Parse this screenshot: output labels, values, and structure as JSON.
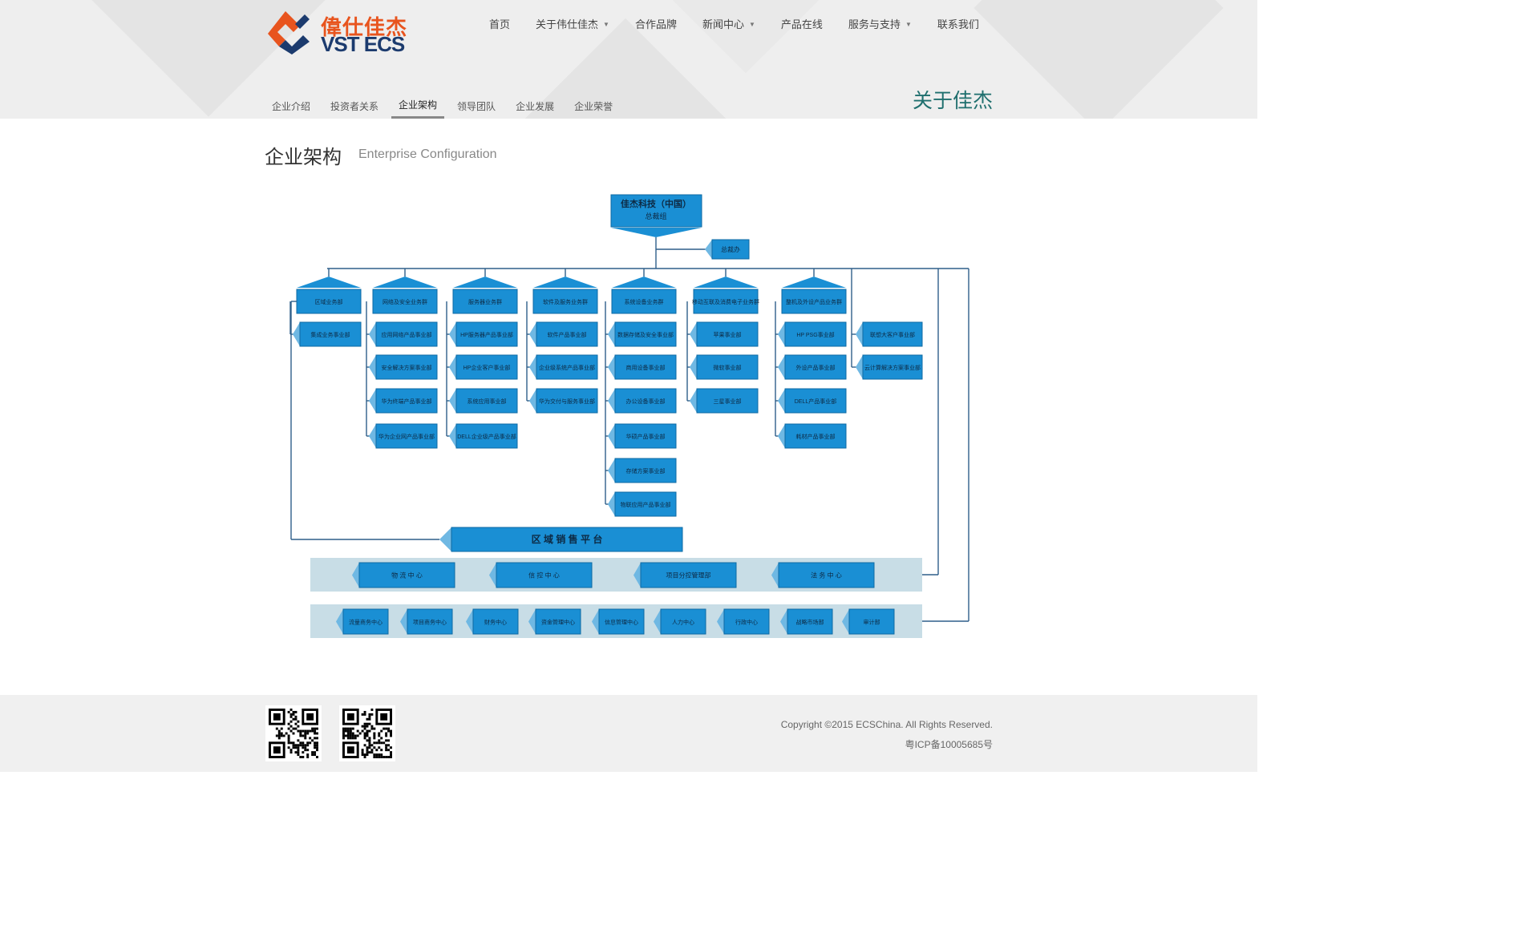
{
  "brand": {
    "name_cn": "偉仕佳杰",
    "name_en": "VST ECS",
    "colors": {
      "orange": "#e8541e",
      "navy": "#1c3b6e",
      "teal_title": "#1f6f6e",
      "box_blue": "#1a8fd4",
      "band": "#c8dde6",
      "line": "#2f5f8a"
    }
  },
  "main_nav": [
    {
      "label": "首页",
      "dropdown": false
    },
    {
      "label": "关于伟仕佳杰",
      "dropdown": true
    },
    {
      "label": "合作品牌",
      "dropdown": false
    },
    {
      "label": "新闻中心",
      "dropdown": true
    },
    {
      "label": "产品在线",
      "dropdown": false
    },
    {
      "label": "服务与支持",
      "dropdown": true
    },
    {
      "label": "联系我们",
      "dropdown": false
    }
  ],
  "sub_nav": [
    {
      "label": "企业介绍",
      "active": false
    },
    {
      "label": "投资者关系",
      "active": false
    },
    {
      "label": "企业架构",
      "active": true
    },
    {
      "label": "领导团队",
      "active": false
    },
    {
      "label": "企业发展",
      "active": false
    },
    {
      "label": "企业荣誉",
      "active": false
    }
  ],
  "section_title": "关于佳杰",
  "page": {
    "heading_cn": "企业架构",
    "heading_en": "Enterprise Configuration"
  },
  "org": {
    "top_line1": "佳杰科技（中国）",
    "top_line2": "总裁组",
    "office": "总裁办",
    "groups": [
      {
        "name": "区域业务部",
        "items": [
          "集成业务事业部"
        ]
      },
      {
        "name": "网络及安全业务群",
        "items": [
          "应用网络产品事业部",
          "安全解决方案事业部",
          "华为终端产品事业部",
          "华为企业网产品事业部"
        ]
      },
      {
        "name": "服务器业务群",
        "items": [
          "HP服务器产品事业部",
          "HP企业客户事业部",
          "系统应用事业部",
          "DELL企业级产品事业部"
        ]
      },
      {
        "name": "软件及服务业务群",
        "items": [
          "软件产品事业部",
          "企业级系统产品事业部",
          "华为交付与服务事业部"
        ]
      },
      {
        "name": "系统设备业务群",
        "items": [
          "数据存储及安全事业部",
          "商用设备事业部",
          "办公设备事业部",
          "华硕产品事业部",
          "存储方案事业部",
          "物联应用产品事业部"
        ]
      },
      {
        "name": "移动互联及消费电子业务群",
        "items": [
          "苹果事业部",
          "微软事业部",
          "三星事业部"
        ]
      },
      {
        "name": "整机及外设产品业务群",
        "items": [
          "HP PSG事业部",
          "外设产品事业部",
          "DELL产品事业部",
          "耗材产品事业部"
        ]
      },
      {
        "name": "",
        "items": [
          "联想大客户事业部",
          "云计算解决方案事业部"
        ]
      }
    ],
    "platform": "区 域 销 售 平 台",
    "band1": [
      "物 流 中 心",
      "信 控 中 心",
      "项目分控管理部",
      "法 务 中 心"
    ],
    "band2": [
      "流量商务中心",
      "项目商务中心",
      "财务中心",
      "资金管理中心",
      "信息管理中心",
      "人力中心",
      "行政中心",
      "战略市场部",
      "审计部"
    ]
  },
  "footer": {
    "copyright": "Copyright ©2015 ECSChina. All Rights Reserved.",
    "icp": "粤ICP备10005685号",
    "qr_codes": [
      "qr-code-icon",
      "qr-code-icon"
    ]
  }
}
